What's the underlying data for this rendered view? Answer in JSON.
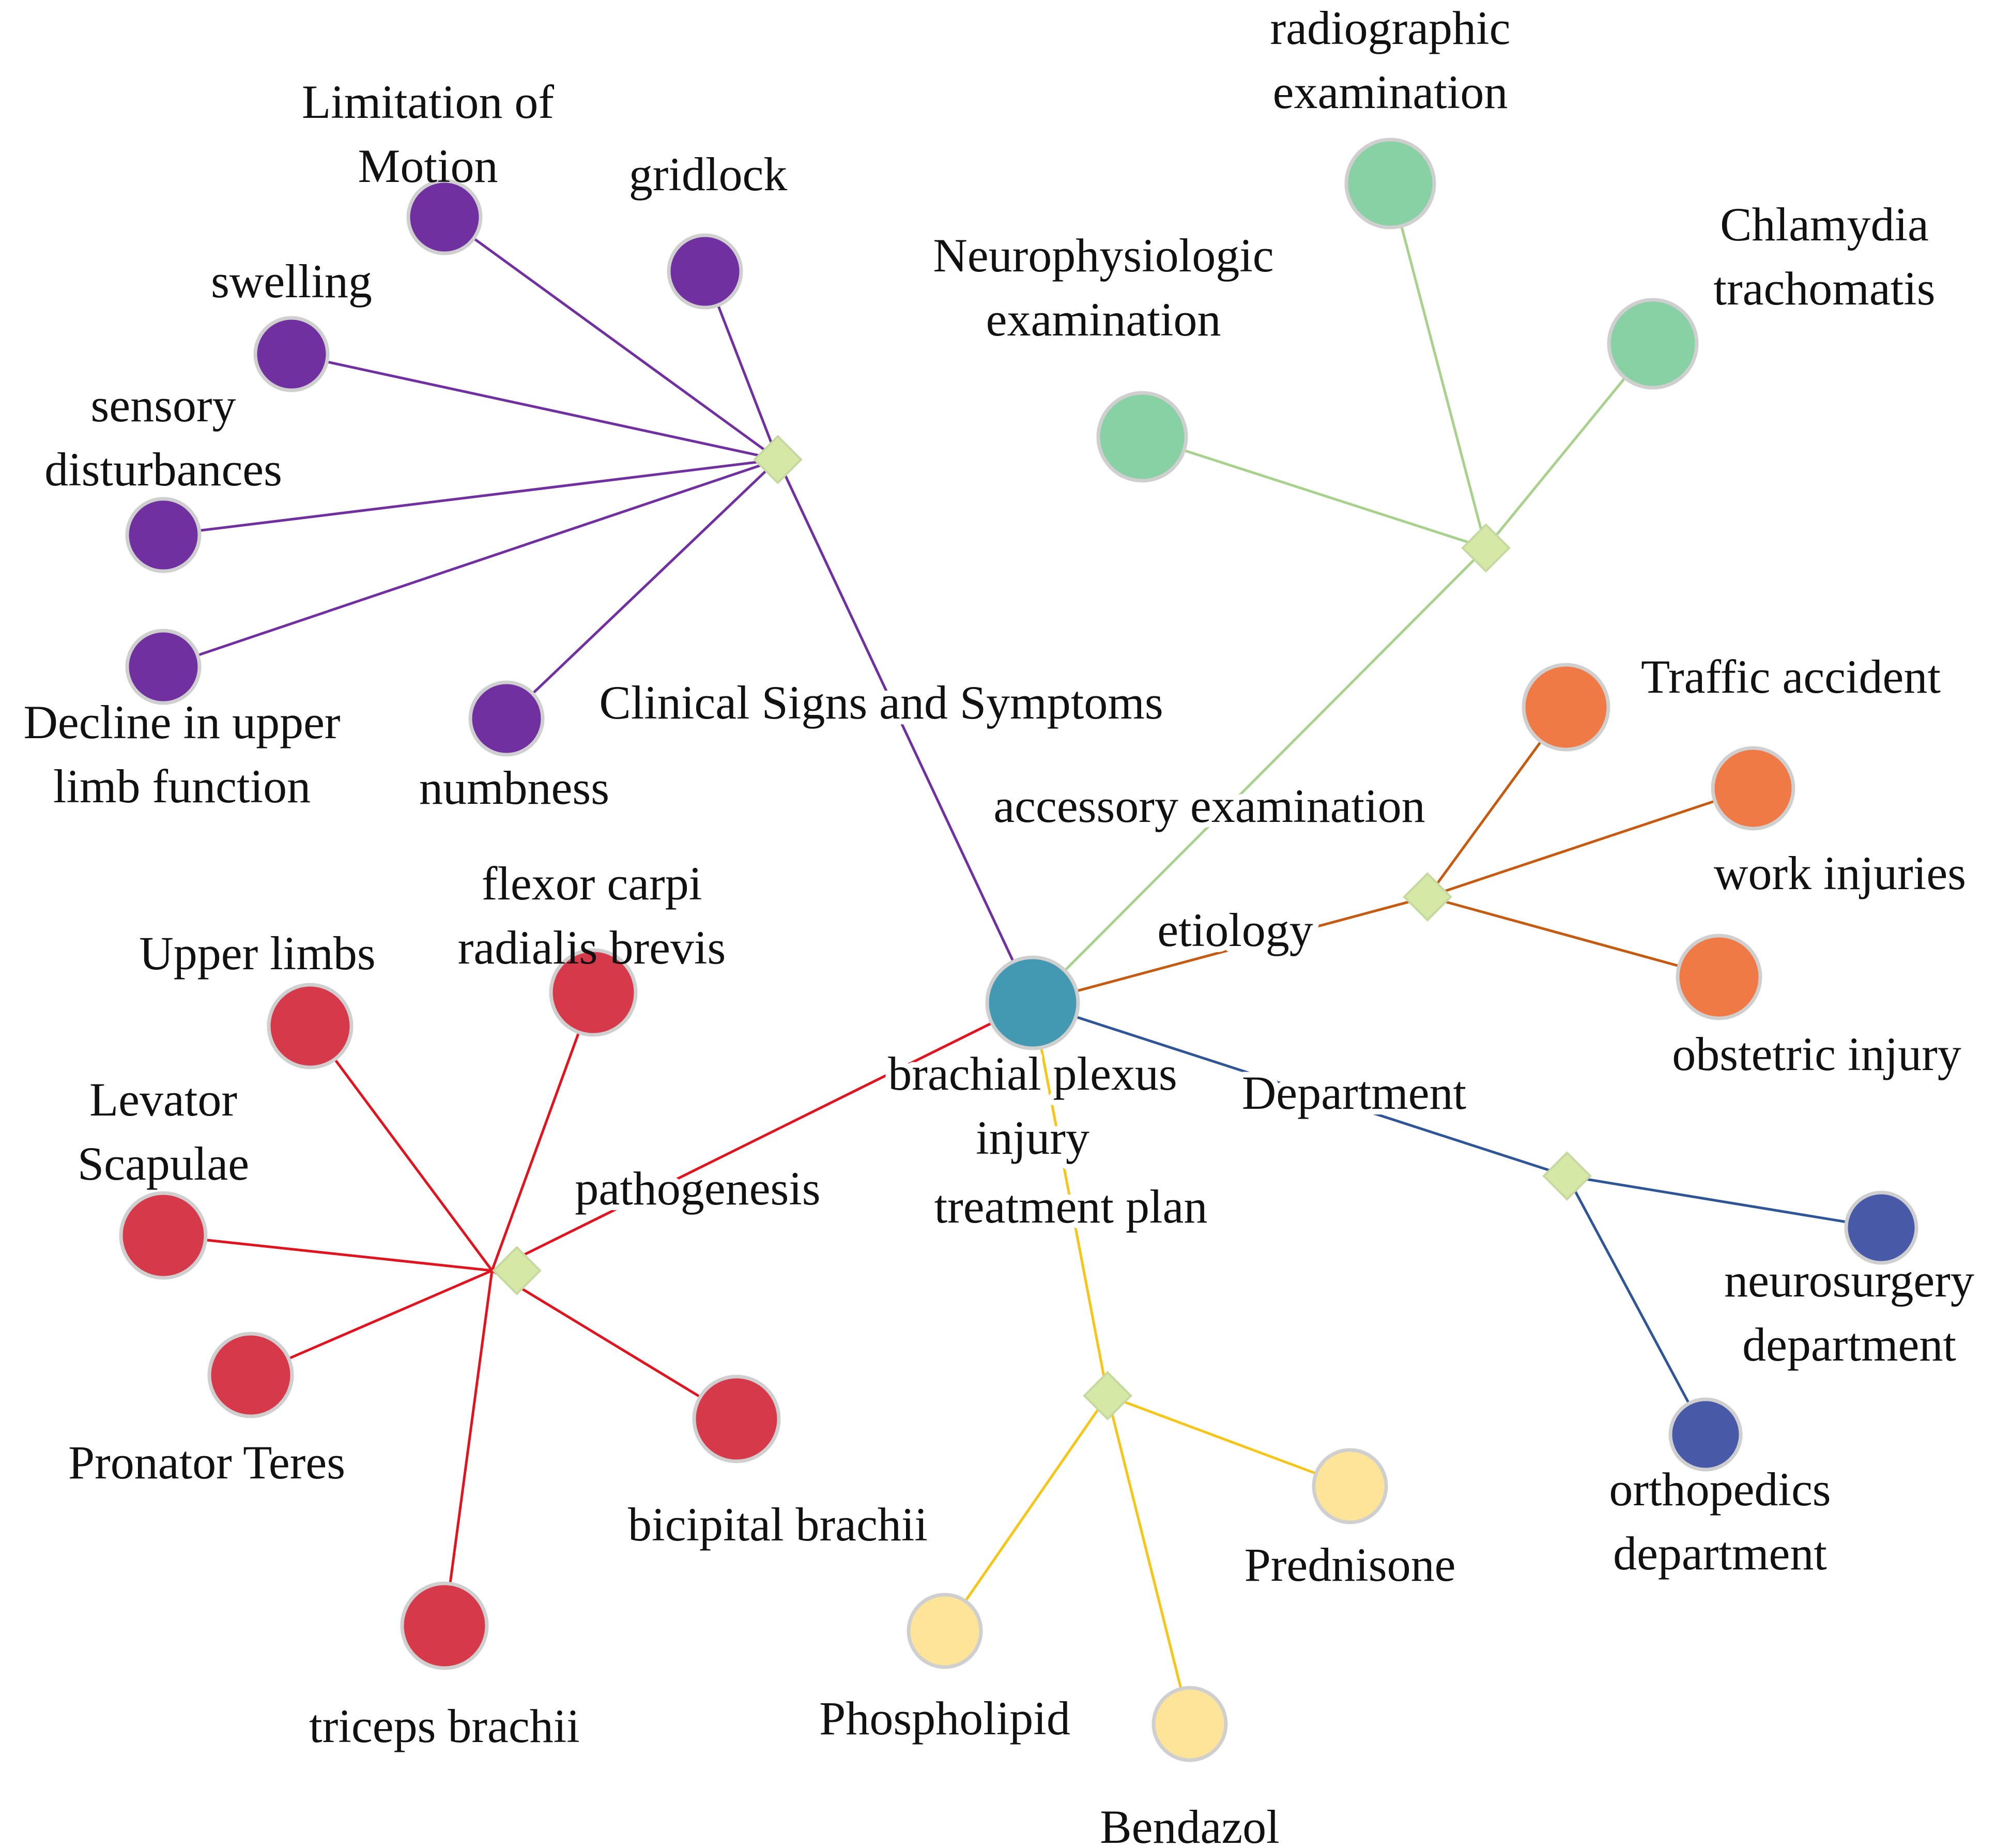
{
  "diagram": {
    "center": {
      "label": "brachial plexus injury"
    },
    "hub_symbol_color": "#d5e8a6",
    "branches": [
      {
        "id": "clinical",
        "label": "Clinical Signs and Symptoms",
        "color": "#7030a0",
        "leaf_color": "#7030a0",
        "leaves": [
          "Limitation of Motion",
          "gridlock",
          "swelling",
          "sensory disturbances",
          "Decline in upper limb function",
          "numbness"
        ]
      },
      {
        "id": "accessory",
        "label": "accessory examination",
        "color": "#a9d18e",
        "leaf_color": "#88d1a5",
        "leaves": [
          "radiographic examination",
          "Neurophysiologic examination",
          "Chlamydia trachomatis"
        ]
      },
      {
        "id": "etiology",
        "label": "etiology",
        "color": "#c55a11",
        "leaf_color": "#f07a45",
        "leaves": [
          "Traffic accident",
          "work injuries",
          "obstetric injury"
        ]
      },
      {
        "id": "department",
        "label": "Department",
        "color": "#2f5597",
        "leaf_color": "#4859a8",
        "leaves": [
          "neurosurgery department",
          "orthopedics department"
        ]
      },
      {
        "id": "treatment",
        "label": "treatment plan",
        "color": "#f5c518",
        "leaf_color": "#fde499",
        "leaves": [
          "Prednisone",
          "Bendazol",
          "Phospholipid"
        ]
      },
      {
        "id": "pathogenesis",
        "label": "pathogenesis",
        "color": "#e0141e",
        "leaf_color": "#d63a4a",
        "leaves": [
          "flexor carpi radialis brevis",
          "Upper limbs",
          "Levator Scapulae",
          "Pronator Teres",
          "triceps brachii",
          "bicipital brachii"
        ]
      }
    ]
  }
}
